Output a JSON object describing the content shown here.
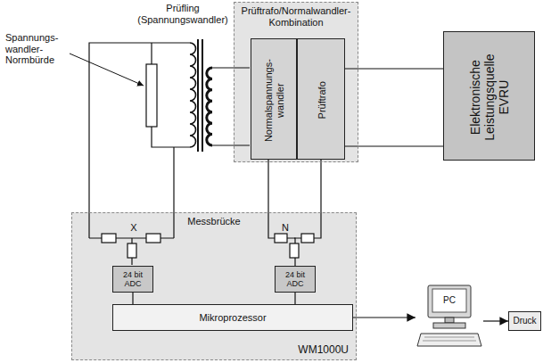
{
  "diagram": {
    "nodes": [
      {
        "text": [
          "Prüftrafo/Normalwandler- Kombination"
        ]
      },
      {
        "text": [
          "Normalspannungs- wandler"
        ],
        "in": 0
      },
      {
        "text": [
          "Prüftrafo"
        ],
        "in": 0
      },
      {
        "text": [
          "Elektronische Leistungsquelle EVRU"
        ]
      },
      {
        "text": [
          "Messbrücke",
          "WM1000U"
        ]
      },
      {
        "text": [
          "24 bit ADC"
        ],
        "in": 4
      },
      {
        "text": [
          "24 bit ADC"
        ],
        "in": 4
      },
      {
        "text": [
          "Mikroprozessor"
        ],
        "in": 4
      },
      {
        "text": [
          "PC"
        ]
      },
      {
        "text": [
          "Druck"
        ]
      }
    ],
    "edges": [
      {
        "from": 2,
        "to": 3,
        "arrow": "none"
      },
      {
        "from": 1,
        "to": 6,
        "arrow": "none"
      },
      {
        "from": 5,
        "to": 7,
        "arrow": "none"
      },
      {
        "from": 6,
        "to": 7,
        "arrow": "none"
      },
      {
        "from": 7,
        "to": 8,
        "arrow": "to"
      },
      {
        "from": 8,
        "to": 9,
        "arrow": "to"
      }
    ],
    "labels": [
      "Prüfling (Spannungswandler)",
      "Spannungs- wandler- Normbürde",
      "X",
      "N"
    ]
  }
}
